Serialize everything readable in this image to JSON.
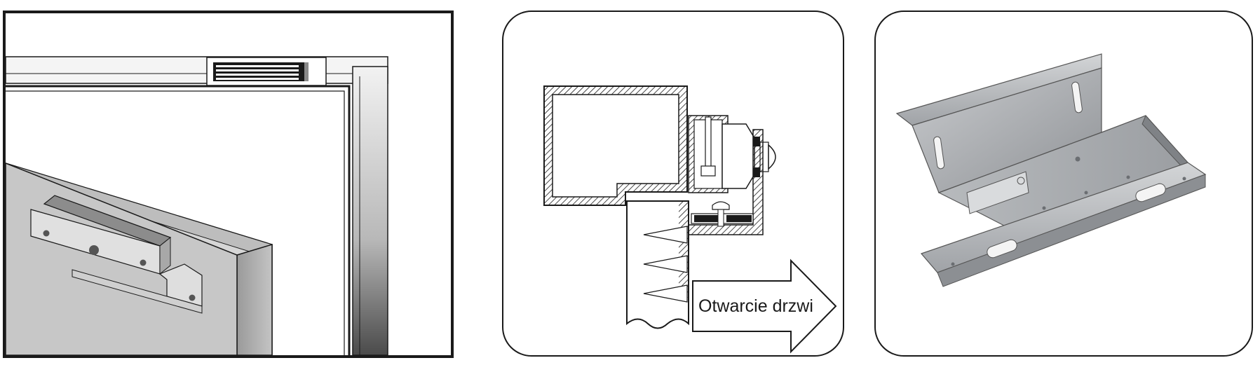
{
  "panels": [
    {
      "id": "door-frame-installation-view"
    },
    {
      "id": "cross-section-view",
      "arrow_label": "Otwarcie drzwi"
    },
    {
      "id": "bracket-product-photo"
    }
  ],
  "colors": {
    "line": "#1a1a1a",
    "frame_gray": "#c9c9c9",
    "door_gray": "#b9b9b9",
    "bracket_metal": "#a9acb0"
  }
}
